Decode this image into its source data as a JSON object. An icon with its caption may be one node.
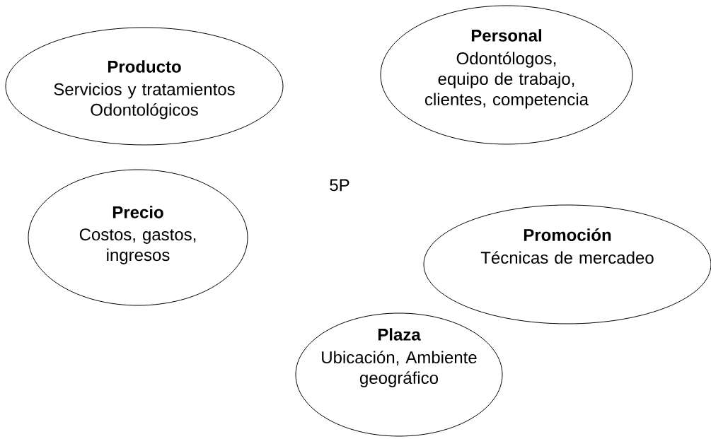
{
  "diagram": {
    "nodes": [
      {
        "text": [
          "Producto",
          "Servicios y tratamientos Odontológicos"
        ]
      },
      {
        "text": [
          "Personal",
          "Odontólogos, equipo de trabajo, clientes, competencia"
        ]
      },
      {
        "text": [
          "Precio",
          "Costos, gastos, ingresos"
        ]
      },
      {
        "text": [
          "Promoción",
          "Técnicas de mercadeo"
        ]
      },
      {
        "text": [
          "Plaza",
          "Ubicación, Ambiente geográfico"
        ]
      }
    ],
    "labels": [
      "5P"
    ]
  }
}
